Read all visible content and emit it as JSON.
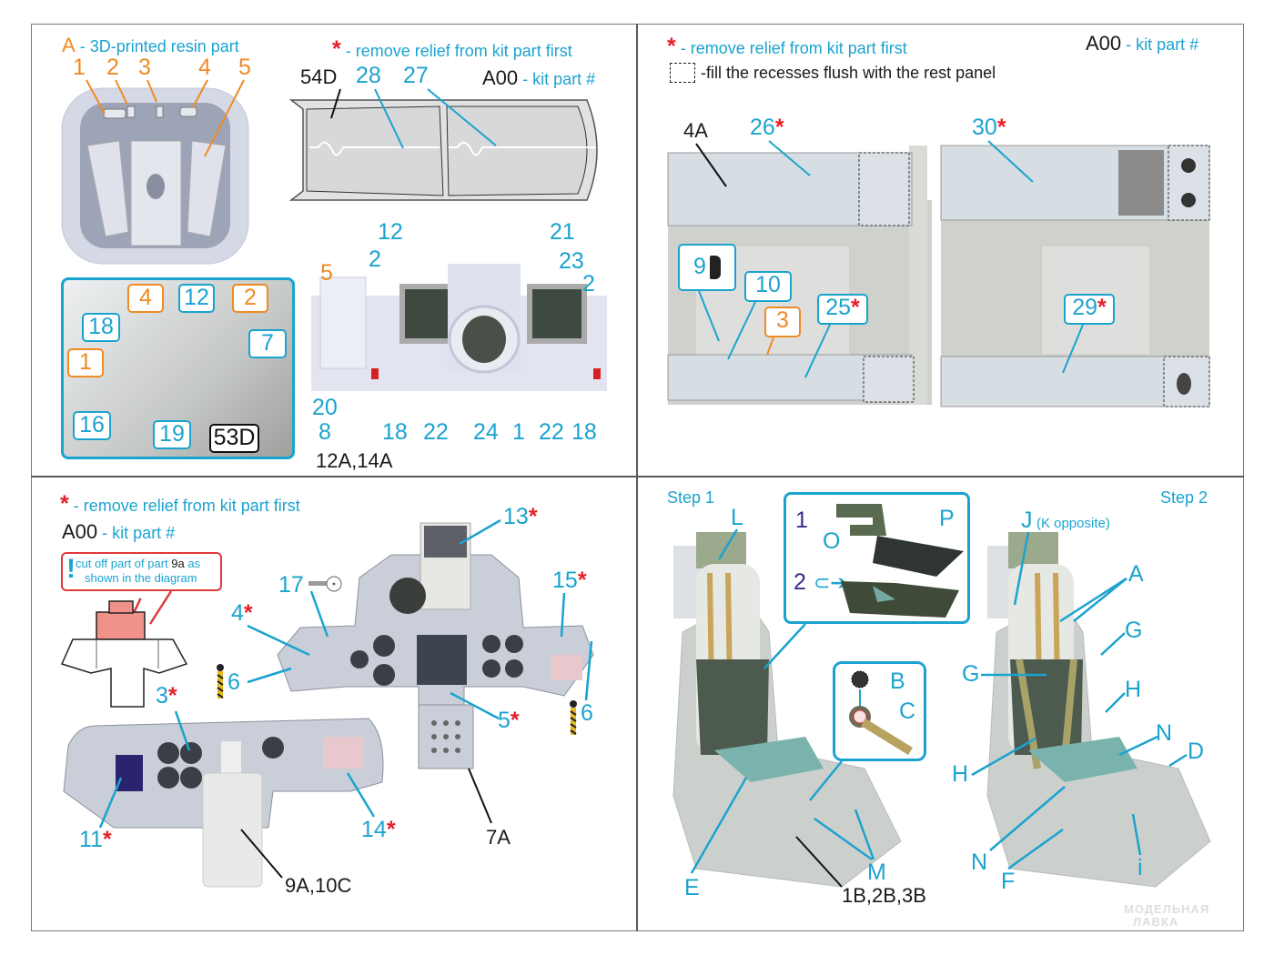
{
  "legend": {
    "resin_letter": "A",
    "resin_text": "- 3D-printed resin part",
    "star": "*",
    "remove_relief": "- remove relief from kit part first",
    "kitpart_code": "A00",
    "kitpart_text": "- kit part #",
    "fill_text": "-fill the recesses flush with the rest panel"
  },
  "q1": {
    "resin_labels": [
      "1",
      "2",
      "3",
      "4",
      "5"
    ],
    "canopy_labels": {
      "kit": "54D",
      "a": "28",
      "b": "27"
    },
    "inset": {
      "orange": [
        "4",
        "2",
        "1"
      ],
      "cyan": [
        "12",
        "18",
        "7",
        "16",
        "19"
      ],
      "kit": "53D",
      "free_cyan": [
        "20",
        "8"
      ],
      "kit_free": "12A,14A"
    },
    "panel": {
      "orange": "5",
      "top": [
        "12",
        "2",
        "21",
        "23",
        "2"
      ],
      "bottom": [
        "18",
        "22",
        "24",
        "1",
        "22",
        "18"
      ]
    }
  },
  "q2": {
    "kit_left": "4A",
    "top_left": "26",
    "top_right": "30",
    "boxes": [
      {
        "label": "9",
        "style": "cyan"
      },
      {
        "label": "10",
        "style": "cyan"
      },
      {
        "label": "3",
        "style": "orange"
      },
      {
        "label": "25",
        "style": "cyan",
        "star": true
      },
      {
        "label": "29",
        "style": "cyan",
        "star": true
      }
    ]
  },
  "q3": {
    "note_mark": "!",
    "note_line1_a": "cut off part of part ",
    "note_part": "9a",
    "note_line1_b": " as",
    "note_line2": "shown in the diagram",
    "labels": {
      "l13": "13",
      "l17": "17",
      "l15": "15",
      "l4": "4",
      "l6a": "6",
      "l6b": "6",
      "l3": "3",
      "l5": "5",
      "l11": "11",
      "l14": "14"
    },
    "kit": {
      "k7A": "7A",
      "k9A": "9A,10C"
    }
  },
  "q4": {
    "step1": "Step 1",
    "step2": "Step 2",
    "inset_steps": [
      "1",
      "2"
    ],
    "letters": {
      "L": "L",
      "O": "O",
      "P": "P",
      "B": "B",
      "C": "C",
      "E": "E",
      "M": "M",
      "J": "J",
      "J_note": "(K opposite)",
      "A": "A",
      "G1": "G",
      "G2": "G",
      "H1": "H",
      "H2": "H",
      "N1": "N",
      "N2": "N",
      "D": "D",
      "F": "F",
      "i": "i"
    },
    "kit": "1B,2B,3B"
  },
  "watermark": {
    "line1": "МОДЕЛЬНАЯ",
    "line2": "ЛАВКА"
  }
}
